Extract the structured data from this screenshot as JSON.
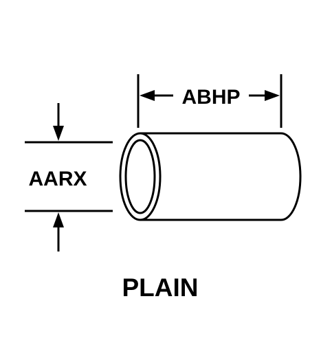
{
  "labels": {
    "length": "ABHP",
    "diameter": "AARX",
    "caption": "PLAIN"
  },
  "colors": {
    "stroke": "#000000",
    "background": "#ffffff"
  }
}
